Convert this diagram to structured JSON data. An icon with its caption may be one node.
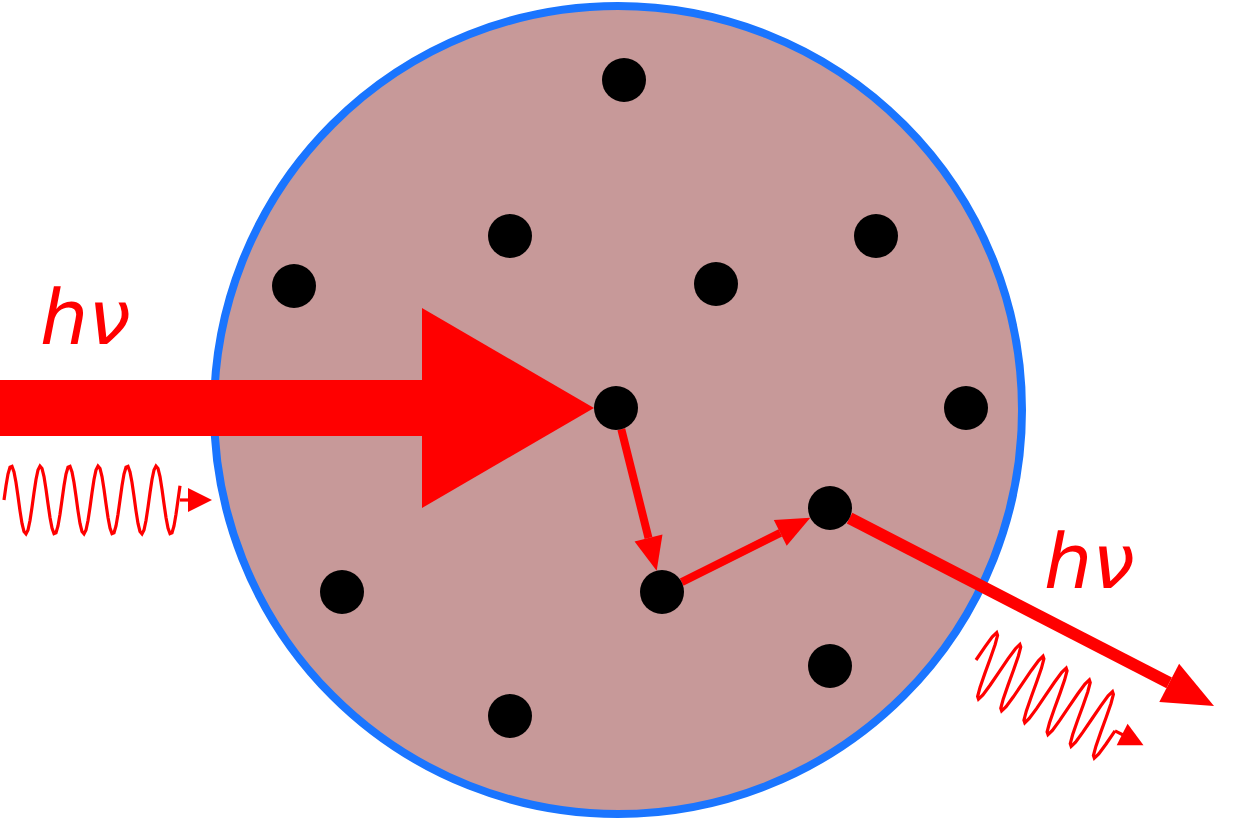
{
  "diagram": {
    "nodes": [
      {
        "text": [],
        "shape": "circle"
      },
      {
        "text": [],
        "shape": "circle"
      },
      {
        "text": [],
        "shape": "circle"
      }
    ],
    "edges": [
      {
        "from": null,
        "to": 0,
        "arrow": "to",
        "style": "thick"
      },
      {
        "from": 0,
        "to": 1,
        "arrow": "to"
      },
      {
        "from": 1,
        "to": 2,
        "arrow": "to"
      },
      {
        "from": 2,
        "to": null,
        "arrow": "to"
      }
    ],
    "labels": [
      "hν",
      "hν"
    ]
  }
}
